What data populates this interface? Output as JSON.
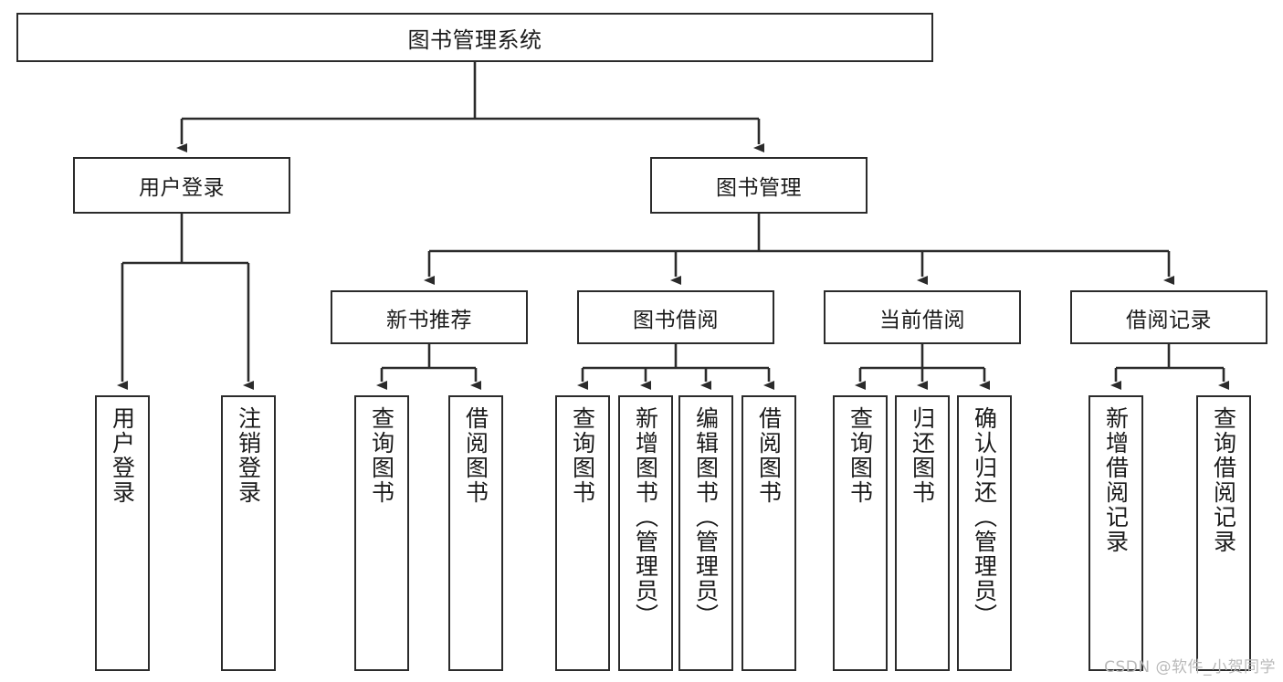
{
  "diagram": {
    "title": "图书管理系统",
    "watermark": "CSDN @软件_小贺同学",
    "root": {
      "label": "图书管理系统"
    },
    "level2": [
      {
        "label": "用户登录"
      },
      {
        "label": "图书管理"
      }
    ],
    "level3": [
      {
        "label": "新书推荐"
      },
      {
        "label": "图书借阅"
      },
      {
        "label": "当前借阅"
      },
      {
        "label": "借阅记录"
      }
    ],
    "leaves": [
      {
        "label": "用户登录"
      },
      {
        "label": "注销登录"
      },
      {
        "label": "查询图书"
      },
      {
        "label": "借阅图书"
      },
      {
        "label": "查询图书"
      },
      {
        "label": "新增图书（管理员）"
      },
      {
        "label": "编辑图书（管理员）"
      },
      {
        "label": "借阅图书"
      },
      {
        "label": "查询图书"
      },
      {
        "label": "归还图书"
      },
      {
        "label": "确认归还（管理员）"
      },
      {
        "label": "新增借阅记录"
      },
      {
        "label": "查询借阅记录"
      }
    ],
    "colors": {
      "stroke": "#2b2b2b",
      "fill": "#ffffff",
      "text": "#1b1b1b",
      "watermark": "#b9b9b9"
    }
  }
}
